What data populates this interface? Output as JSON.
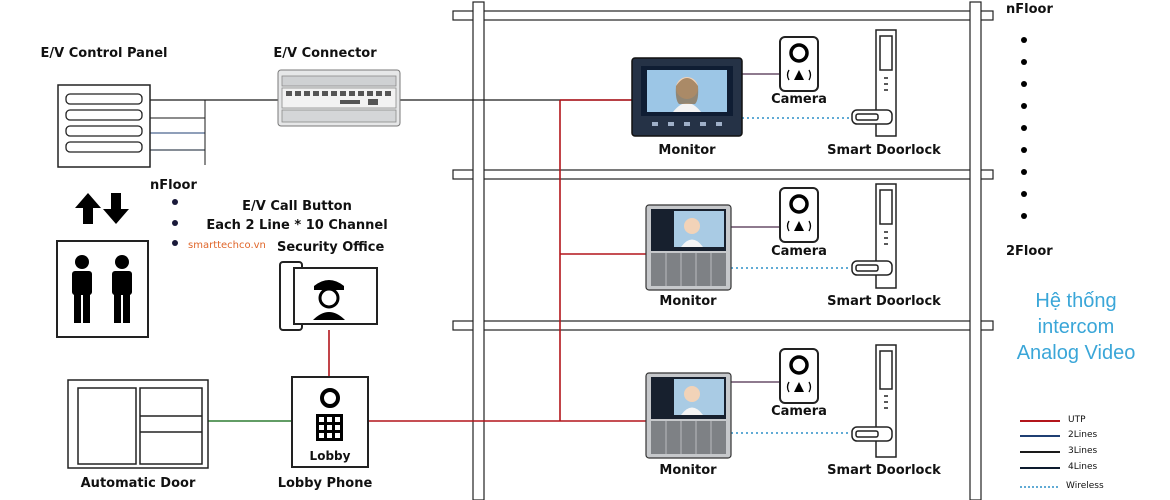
{
  "labels": {
    "control_panel": "E/V Control Panel",
    "connector": "E/V Connector",
    "nfloor_left": "nFloor",
    "call_button_1": "E/V Call Button",
    "call_button_2": "Each 2 Line * 10 Channel",
    "security_office": "Security Office",
    "automatic_door": "Automatic Door",
    "lobby_phone": "Lobby Phone",
    "lobby": "Lobby",
    "nfloor_right": "nFloor",
    "floor_2": "2Floor"
  },
  "watermark": "smarttechco.vn",
  "system_title": [
    "Hệ thống",
    "intercom",
    "Analog Video"
  ],
  "floors": [
    {
      "camera": "Camera",
      "monitor": "Monitor",
      "doorlock": "Smart Doorlock"
    },
    {
      "camera": "Camera",
      "monitor": "Monitor",
      "doorlock": "Smart Doorlock"
    },
    {
      "camera": "Camera",
      "monitor": "Monitor",
      "doorlock": "Smart Doorlock"
    }
  ],
  "legend": [
    {
      "label": "UTP",
      "color": "#b3151b",
      "style": "solid"
    },
    {
      "label": "2Lines",
      "color": "#1f3f73",
      "style": "solid"
    },
    {
      "label": "3Lines",
      "color": "#1a1a1a",
      "style": "solid"
    },
    {
      "label": "4Lines",
      "color": "#0d1b2e",
      "style": "solid"
    },
    {
      "label": "Wireless",
      "color": "#2d8fc7",
      "style": "dotted"
    }
  ],
  "colors": {
    "utp": "#b3151b",
    "wire": "#1a1a1a",
    "green": "#2e7d32",
    "wireless": "#2d8fc7",
    "title": "#3aa6d8"
  },
  "icons": [
    "control-panel-icon",
    "elevator-arrows-icon",
    "elevator-people-icon",
    "ev-connector-icon",
    "security-office-icon",
    "automatic-door-icon",
    "lobby-phone-icon",
    "monitor-icon",
    "camera-icon",
    "doorlock-icon"
  ]
}
